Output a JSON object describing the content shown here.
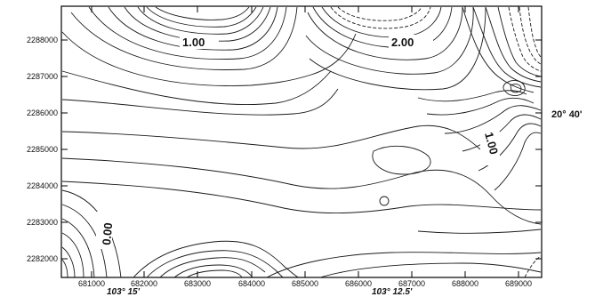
{
  "map": {
    "x_ticks": [
      "681000",
      "682000",
      "683000",
      "684000",
      "685000",
      "686000",
      "687000",
      "688000",
      "689000"
    ],
    "y_ticks": [
      "2288000",
      "2287000",
      "2286000",
      "2285000",
      "2284000",
      "2283000",
      "2282000"
    ],
    "contour_labels": {
      "a": "1.00",
      "b": "2.00",
      "c": "1.00",
      "d": "0.00"
    },
    "geo_labels": {
      "lon_left": "103° 15'",
      "lon_right": "103° 12.5'",
      "lat_right": "20° 40'"
    }
  }
}
